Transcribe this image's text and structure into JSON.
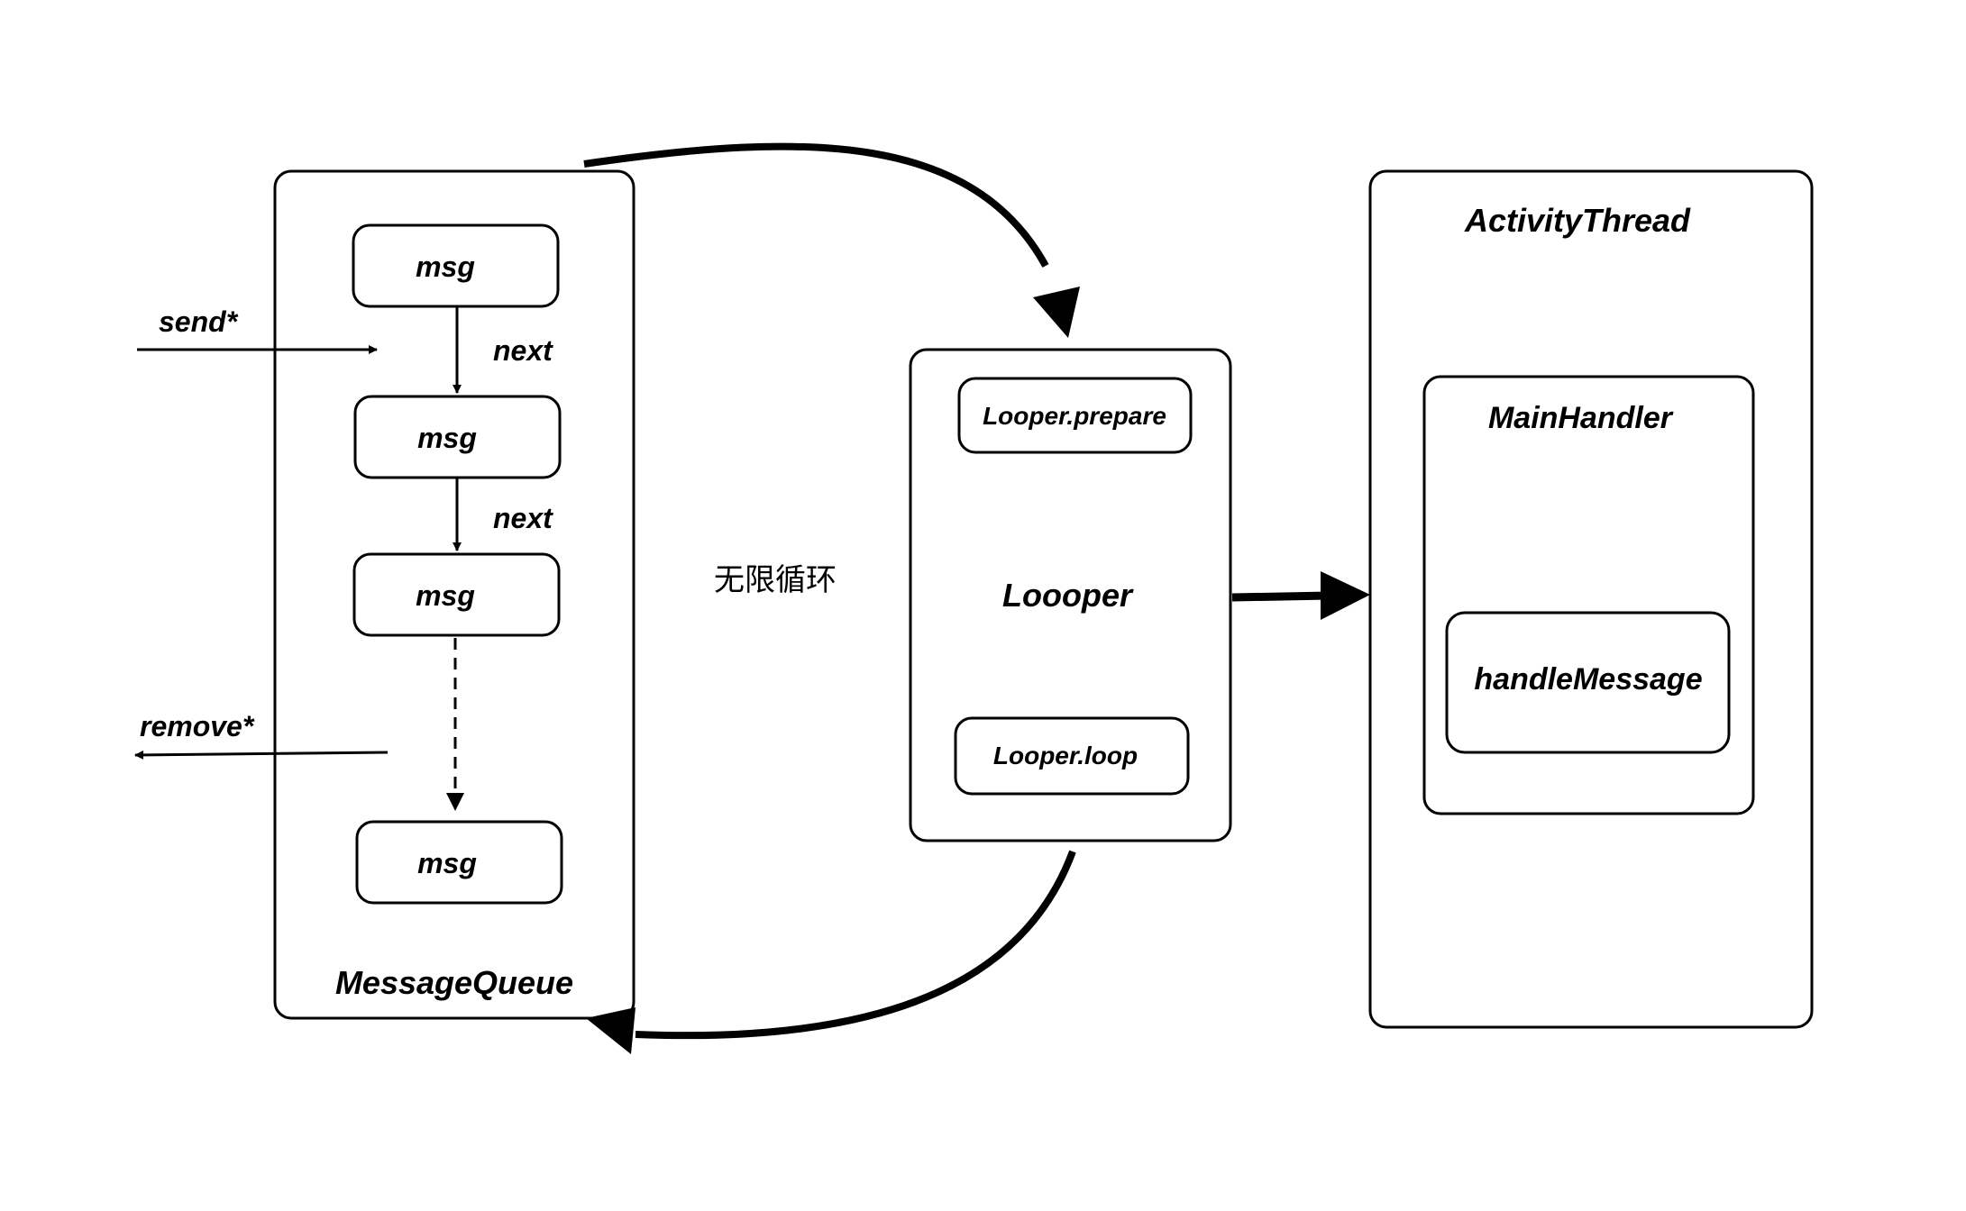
{
  "message_queue": {
    "title": "MessageQueue",
    "messages": [
      "msg",
      "msg",
      "msg",
      "msg"
    ],
    "next_labels": [
      "next",
      "next"
    ]
  },
  "actions": {
    "send": "send*",
    "remove": "remove*"
  },
  "loop_label": "无限循环",
  "looper": {
    "title": "Loooper",
    "prepare": "Looper.prepare",
    "loop": "Looper.loop"
  },
  "activity_thread": {
    "title": "ActivityThread",
    "main_handler": {
      "title": "MainHandler",
      "method": "handleMessage"
    }
  },
  "colors": {
    "stroke": "#000000",
    "background": "#ffffff"
  }
}
